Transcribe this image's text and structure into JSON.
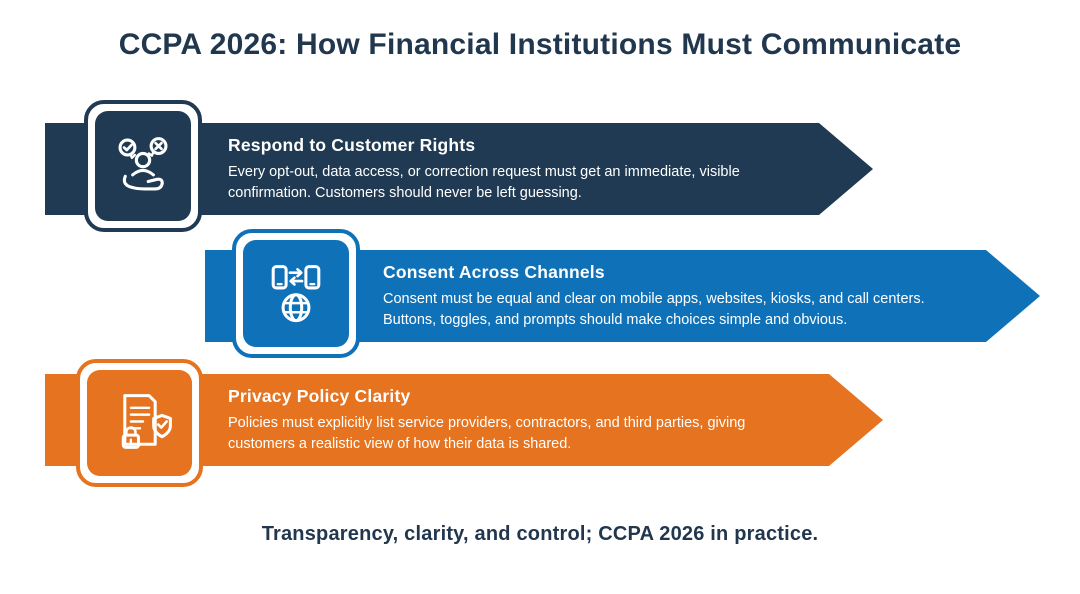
{
  "page": {
    "title": "CCPA 2026: How Financial Institutions Must Communicate",
    "footer": "Transparency, clarity, and control; CCPA 2026 in practice."
  },
  "colors": {
    "navy": "#1f3a52",
    "blue": "#0f72b9",
    "orange": "#e5731f",
    "text": "#21374e",
    "background": "#ffffff"
  },
  "items": [
    {
      "title": "Respond to Customer Rights",
      "body": "Every opt-out, data access, or correction request must get an immediate, visible confirmation. Customers should never be left guessing.",
      "icon": "customer-rights-icon",
      "color": "#1f3a52"
    },
    {
      "title": "Consent Across Channels",
      "body": "Consent must be equal and clear on mobile apps, websites, kiosks, and call centers. Buttons, toggles, and prompts should make choices simple and obvious.",
      "icon": "consent-channels-icon",
      "color": "#0f72b9"
    },
    {
      "title": "Privacy Policy Clarity",
      "body": "Policies must explicitly list service providers, contractors, and third parties, giving customers a realistic view of how their data is shared.",
      "icon": "privacy-policy-icon",
      "color": "#e5731f"
    }
  ]
}
